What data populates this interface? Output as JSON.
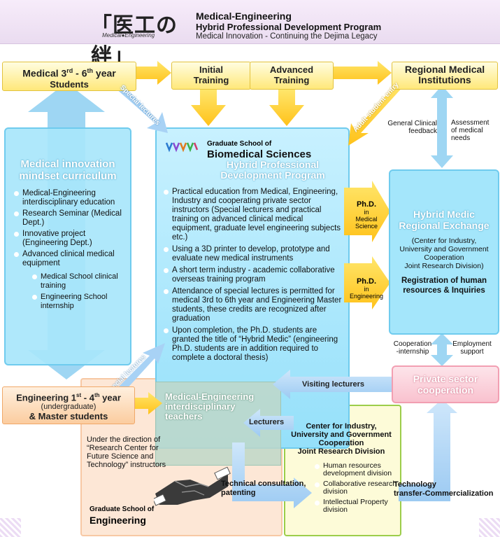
{
  "header": {
    "logo_kanji": "「医工の絆」",
    "logo_sub": "Medical●Engineering",
    "title": "Medical-Engineering",
    "subtitle": "Hybrid Professional Development Program",
    "tagline": "Medical Innovation - Continuing the Dejima Legacy"
  },
  "top": {
    "medical_students_pre": "Medical 3",
    "medical_students_sup1": "rd",
    "medical_students_mid": " - 6",
    "medical_students_sup2": "th",
    "medical_students_post": " year",
    "medical_students_line2": "Students",
    "initial_training_1": "Initial",
    "initial_training_2": "Training",
    "advanced_training_1": "Advanced",
    "advanced_training_2": "Training",
    "regional_1": "Regional Medical",
    "regional_2": "Institutions"
  },
  "labels": {
    "special_lectures": "Special lectures",
    "adult_student_entry": "Adult student entry",
    "clinical_feedback_1": "General Clinical",
    "clinical_feedback_2": "feedback",
    "assessment_1": "Assessment",
    "assessment_2": "of medical",
    "assessment_3": "needs",
    "cooperation_1": "Cooperation",
    "cooperation_2": "-internship",
    "employment_1": "Employment",
    "employment_2": "support",
    "visiting_lecturers": "Visiting lecturers",
    "lecturers": "Lecturers",
    "technical_1": "Technical consultation,",
    "technical_2": "patenting",
    "technology_1": "Technology",
    "technology_2": "transfer-Commercialization"
  },
  "mindset": {
    "title_1": "Medical innovation",
    "title_2": "mindset curriculum",
    "items": [
      "Medical-Engineering interdisciplinary education",
      "Research Seminar (Medical Dept.)",
      "Innovative project  (Engineering Dept.)",
      "Advanced clinical medical equipment"
    ],
    "subitems": [
      "Medical School clinical training",
      "Engineering School internship"
    ]
  },
  "graduate": {
    "school_1": "Graduate School of",
    "school_2": "Biomedical Sciences",
    "program_1": "Hybrid Professional",
    "program_2": "Development Program",
    "items": [
      "Practical education from Medical, Engineering, Industry and cooperating private sector instructors (Special lecturers and practical training on advanced clinical medical equipment, graduate level engineering subjects etc.)",
      "Using a 3D printer to develop, prototype and evaluate new medical instruments",
      "A short term industry - academic collaborative overseas training program",
      "Attendance of special lectures is permitted for medical 3rd to 6th year and Engineering Master students, these credits are recognized after graduation",
      "Upon completion, the Ph.D. students are granted the title of “Hybrid Medic” (engineering Ph.D. students are in addition required to complete a doctoral thesis)"
    ]
  },
  "phd": {
    "med_1": "Ph.D.",
    "med_2": "in",
    "med_3": "Medical",
    "med_4": "Science",
    "eng_1": "Ph.D.",
    "eng_2": "in",
    "eng_3": "Engineering"
  },
  "hybrid": {
    "title_1": "Hybrid Medic",
    "title_2": "Regional Exchange",
    "sub_1": "(Center for Industry,",
    "sub_2": "University and Government",
    "sub_3": "Cooperation",
    "sub_4": "Joint Research Division)",
    "reg_1": "Registration of human",
    "reg_2": "resources & Inquiries"
  },
  "private": {
    "title_1": "Private sector",
    "title_2": "cooperation"
  },
  "engineering_students": {
    "pre": "Engineering 1",
    "sup1": "st",
    "mid": " - 4",
    "sup2": "th",
    "post": " year",
    "line2": "(undergraduate)",
    "line3": "& Master students"
  },
  "teachers": {
    "title_1": "Medical-Engineering",
    "title_2": "interdisciplinary",
    "title_3": "teachers"
  },
  "direction": {
    "l1": "Under the direction of",
    "l2": "“Research Center for",
    "l3": "Future Science and",
    "l4": "Technology” instructors"
  },
  "grad_eng": {
    "l1": "Graduate School of",
    "l2": "Engineering"
  },
  "center": {
    "title_1": "Center for Industry,",
    "title_2": "University and Government",
    "title_3": "Cooperation",
    "title_4": "Joint Research Division",
    "items": [
      "Human resources development division",
      "Collaborative research division",
      "Intellectual Property division"
    ]
  },
  "colors": {
    "yellow_arrow": "#ffd233",
    "blue_arrow": "#a8d2f5",
    "cyan_box": "#9fe4fb",
    "pink_box": "#fbd4dc",
    "green_border": "#9ccd4a"
  }
}
